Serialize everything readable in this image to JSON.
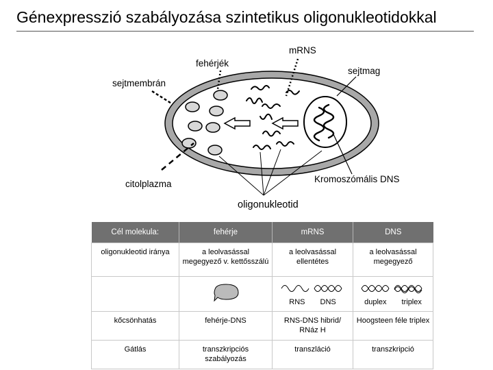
{
  "title": "Génexpresszió szabályozása szintetikus oligonukleotidokkal",
  "diagram": {
    "labels": {
      "mrns": "mRNS",
      "feherjek": "fehérjék",
      "sejtmag": "sejtmag",
      "sejtmembran": "sejtmembrán",
      "citolplazma": "citolplazma",
      "kromoszomalis": "Kromoszómális DNS",
      "oligonukleotid": "oligonukleotid"
    }
  },
  "table": {
    "headers": [
      "Cél molekula:",
      "fehérje",
      "mRNS",
      "DNS"
    ],
    "rows": [
      {
        "label": "oligonukleotid iránya",
        "cells": [
          "a leolvasással megegyező v. kettősszálú",
          "a leolvasással ellentétes",
          "a leolvasással megegyező"
        ]
      },
      {
        "label": "",
        "cells": [
          "",
          "",
          ""
        ]
      },
      {
        "label": "kőcsönhatás",
        "cells": [
          "fehérje-DNS",
          "RNS-DNS hibrid/ RNáz H",
          "Hoogsteen féle triplex"
        ]
      },
      {
        "label": "Gátlás",
        "cells": [
          "transzkripciós szabályozás",
          "transzláció",
          "transzkripció"
        ]
      }
    ],
    "icon_labels": {
      "rns": "RNS",
      "dns": "DNS",
      "duplex": "duplex",
      "triplex": "triplex"
    }
  }
}
